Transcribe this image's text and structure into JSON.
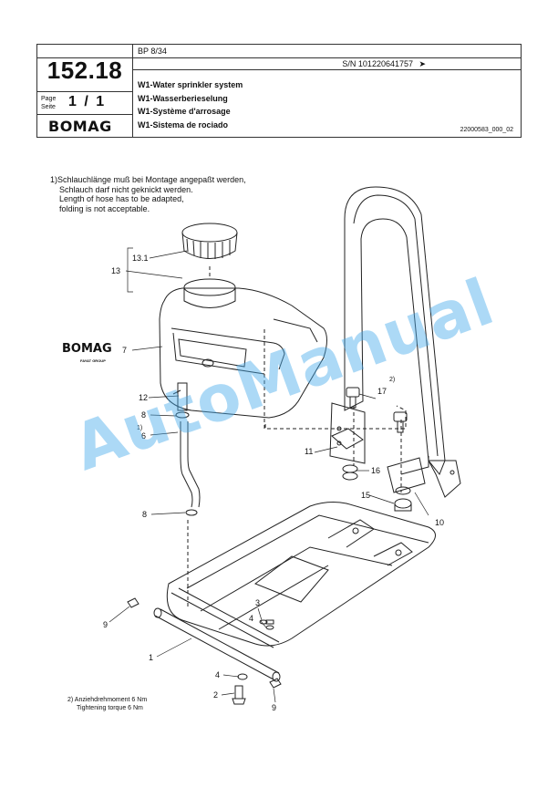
{
  "header": {
    "section_number": "152.18",
    "page_label": "Page\nSeite",
    "page_value": "1 / 1",
    "brand": "BOMAG",
    "model": "BP 8/34",
    "serial": "S/N 101220641757",
    "serial_arrow": "➤",
    "titles": [
      "W1-Water sprinkler system",
      "W1-Wasserberieselung",
      "W1-Système d'arrosage",
      "W1-Sistema de rociado"
    ],
    "doc_number": "22000583_000_02"
  },
  "notes": {
    "note1": [
      "1)Schlauchlänge muß bei Montage angepaßt werden,",
      "Schlauch darf nicht geknickt werden.",
      "Length of  hose has to be adapted,",
      "folding is not acceptable."
    ],
    "note2": [
      "2)   Anziehdrehmoment 6 Nm",
      "Tightening torque 6 Nm"
    ]
  },
  "diagram": {
    "tank_brand": "BOMAG",
    "tank_brand_sub": "FAYAT GROUP",
    "callouts": {
      "c13_1": "13.1",
      "c13": "13",
      "c7": "7",
      "c12": "12",
      "c8a": "8",
      "c1n": "1)",
      "c6": "6",
      "c8b": "8",
      "c9a": "9",
      "c3": "3",
      "c4a": "4",
      "c1": "1",
      "c4b": "4",
      "c2": "2",
      "c9b": "9",
      "c2n": "2)",
      "c17": "17",
      "c11": "11",
      "c16": "16",
      "c15": "15",
      "c10": "10"
    }
  },
  "watermark": "AutoManual"
}
